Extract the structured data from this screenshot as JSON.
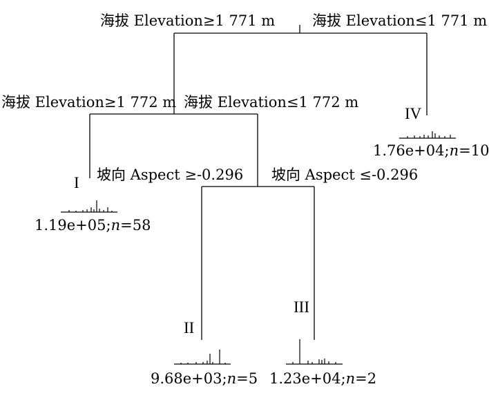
{
  "tree": {
    "splits": {
      "root_left": "海拔 Elevation≥1 771 m",
      "root_right": "海拔 Elevation≤1 771 m",
      "second_left": "海拔 Elevation≥1 772 m",
      "second_right": "海拔 Elevation≤1 772 m",
      "third_left": "坡向 Aspect ≥-0.296",
      "third_right": "坡向 Aspect ≤-0.296"
    },
    "leaves": [
      {
        "id": "I",
        "value": "1.19e+05",
        "sep": ";",
        "n_label": "n",
        "n": "=58"
      },
      {
        "id": "II",
        "value": "9.68e+03",
        "sep": ";",
        "n_label": "n",
        "n": "=5"
      },
      {
        "id": "III",
        "value": "1.23e+04",
        "sep": ";",
        "n_label": "n",
        "n": "=2"
      },
      {
        "id": "IV",
        "value": "1.76e+04",
        "sep": ";",
        "n_label": "n",
        "n": "=10"
      }
    ]
  }
}
